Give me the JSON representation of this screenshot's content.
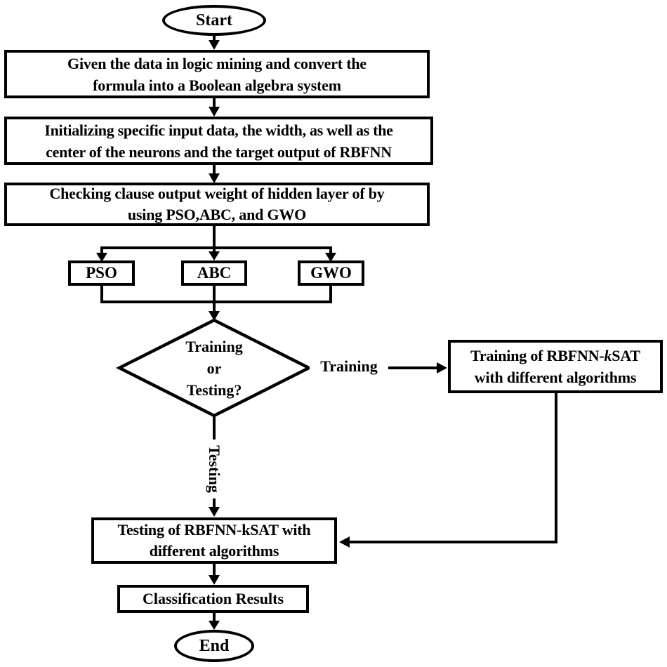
{
  "flowchart": {
    "nodes": {
      "start": "Start",
      "box1_line1": "Given the data in logic mining and convert the",
      "box1_line2": "formula into a Boolean algebra system",
      "box2_line1": "Initializing specific input data, the width, as well as the",
      "box2_line2": "center of the neurons and the target output of RBFNN",
      "box3_line1": "Checking clause output weight of hidden layer of by",
      "box3_line2": "using PSO,ABC, and GWO",
      "decision_line1": "Training",
      "decision_line2": "or",
      "decision_line3": "Testing?",
      "training_line1_pre": "Training of RBFNN-",
      "training_line1_k": "k",
      "training_line1_post": "SAT",
      "training_line2": "with different algorithms",
      "testing_line1": "Testing of RBFNN-kSAT with",
      "testing_line2": "different algorithms",
      "classification": "Classification Results",
      "end": "End"
    },
    "algorithms": [
      "PSO",
      "ABC",
      "GWO"
    ],
    "edge_labels": {
      "training": "Training",
      "testing": "Testing"
    },
    "colors": {
      "stroke": "#000000",
      "fill": "#ffffff",
      "text": "#000000"
    }
  }
}
